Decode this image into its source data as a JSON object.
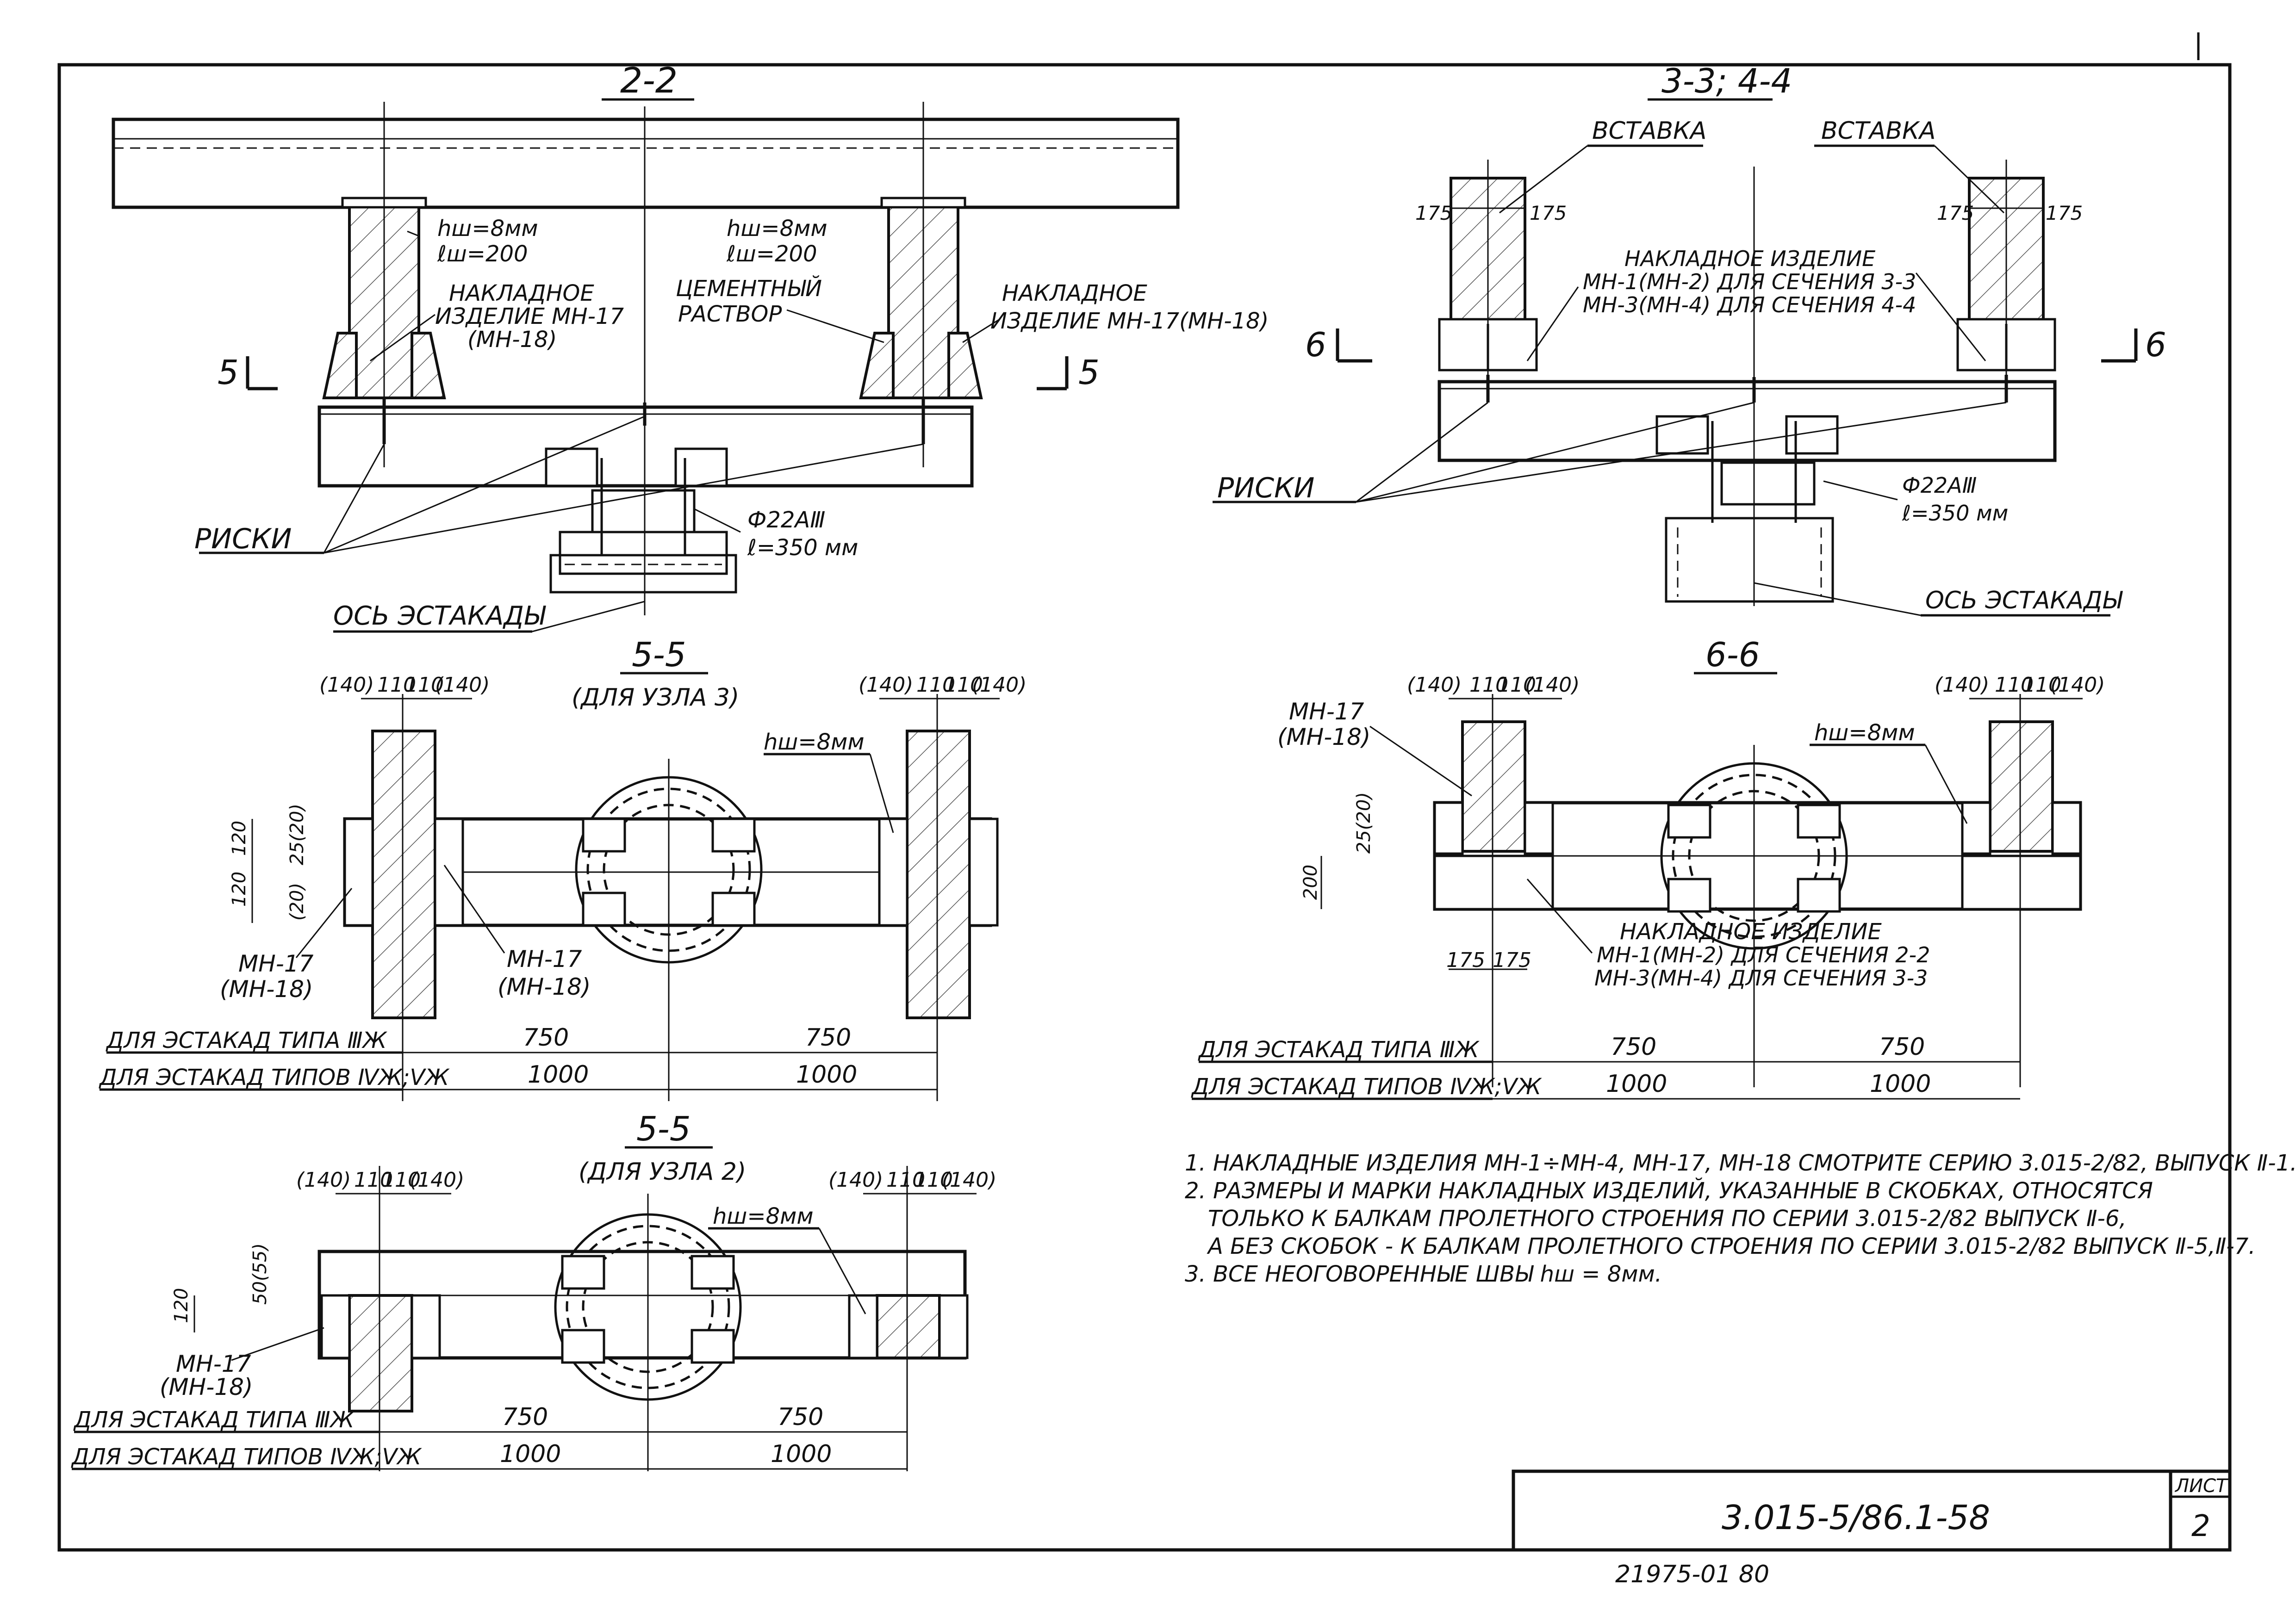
{
  "sections": {
    "s22": {
      "title": "2-2"
    },
    "s33": {
      "title": "3-3; 4-4"
    },
    "s55a": {
      "title": "5-5",
      "subtitle": "(ДЛЯ УЗЛА 3)"
    },
    "s66": {
      "title": "6-6"
    },
    "s55b": {
      "title": "5-5",
      "subtitle": "(ДЛЯ УЗЛА 2)"
    }
  },
  "labels": {
    "hw8": "hш=8мм",
    "lw200": "ℓш=200",
    "overlay_mn17": "НАКЛАДНОЕ",
    "overlay_mn17_2": "ИЗДЕЛИЕ МН-17",
    "overlay_mn17_3": "(МН-18)",
    "cement1": "ЦЕМЕНТНЫЙ",
    "cement2": "РАСТВОР",
    "overlay_r1": "НАКЛАДНОЕ",
    "overlay_r2": "ИЗДЕЛИЕ МН-17(МН-18)",
    "riski": "РИСКИ",
    "rebar": "Ф22АⅢ",
    "rebar_len": "ℓ=350 мм",
    "axis": "ОСЬ ЭСТАКАДЫ",
    "cut5": "5",
    "cut6": "6",
    "vstavka": "ВСТАВКА",
    "over33_1": "НАКЛАДНОЕ ИЗДЕЛИЕ",
    "over33_2": "МН-1(МН-2) ДЛЯ СЕЧЕНИЯ 3-3",
    "over33_3": "МН-3(МН-4) ДЛЯ СЕЧЕНИЯ 4-4",
    "d175": "175",
    "d140": "(140)",
    "d110": "110",
    "d120": "120",
    "d25_20": "25(20)",
    "d20": "(20)",
    "d200": "200",
    "d50_55": "50(55)",
    "mn17": "МН-17",
    "mn18": "(МН-18)",
    "over66_1": "НАКЛАДНОЕ  ИЗДЕЛИЕ",
    "over66_2": "МН-1(МН-2)  ДЛЯ СЕЧЕНИЯ 2-2",
    "over66_3": "МН-3(МН-4)  ДЛЯ СЕЧЕНИЯ 3-3",
    "type3": "ДЛЯ ЭСТАКАД ТИПА ⅢЖ",
    "type45": "ДЛЯ ЭСТАКАД ТИПОВ ⅣЖ;ⅤЖ",
    "d750": "750",
    "d1000": "1000"
  },
  "notes": [
    "1. НАКЛАДНЫЕ ИЗДЕЛИЯ МН-1÷МН-4, МН-17, МН-18 СМОТРИТЕ СЕРИЮ 3.015-2/82, ВЫПУСК Ⅱ-1.",
    "2. РАЗМЕРЫ И МАРКИ НАКЛАДНЫХ ИЗДЕЛИЙ, УКАЗАННЫЕ В СКОБКАХ, ОТНОСЯТСЯ",
    "ТОЛЬКО К БАЛКАМ ПРОЛЕТНОГО СТРОЕНИЯ ПО СЕРИИ 3.015-2/82 ВЫПУСК Ⅱ-6,",
    "А БЕЗ СКОБОК - К БАЛКАМ ПРОЛЕТНОГО СТРОЕНИЯ ПО СЕРИИ 3.015-2/82 ВЫПУСК Ⅱ-5,Ⅱ-7.",
    "3. ВСЕ НЕОГОВОРЕННЫЕ ШВЫ hш = 8мм."
  ],
  "stamp": {
    "code": "3.015-5/86.1-58",
    "sheet_label": "ЛИСТ",
    "sheet_no": "2",
    "bottom": "21975-01   80"
  }
}
